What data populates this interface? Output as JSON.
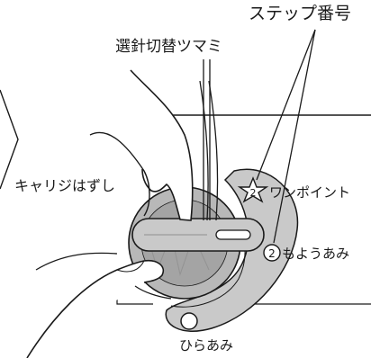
{
  "labels": {
    "step_number": "ステップ番号",
    "needle_selector_knob": "選針切替ツマミ",
    "carriage_release": "キャリジはずし",
    "one_point": "ワンポイント",
    "pattern_knit": "もようあみ",
    "plain_knit": "ひらあみ"
  },
  "step_marks": {
    "star_step": "2",
    "circle_step": "2"
  },
  "colors": {
    "line": "#1a1a1a",
    "dial_shade": "#b8b8b8",
    "dial_dark": "#8e8e8e",
    "plate_shade": "#c9c9c9",
    "skin": "#ffffff"
  }
}
